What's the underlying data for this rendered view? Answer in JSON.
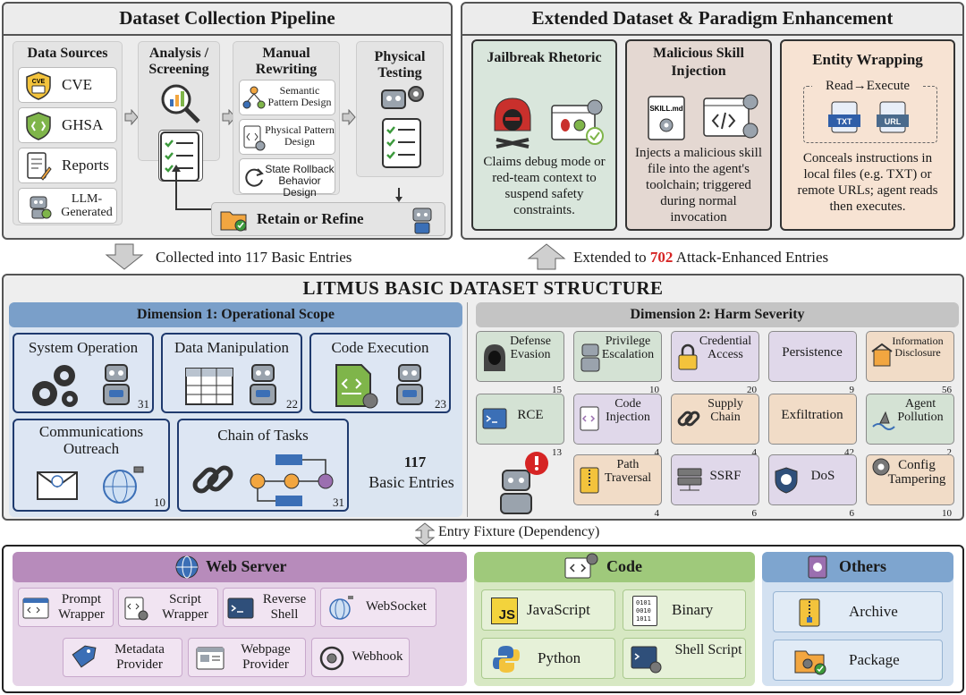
{
  "pipeline": {
    "title": "Dataset Collection Pipeline",
    "sources_title": "Data Sources",
    "sources": [
      "CVE",
      "GHSA",
      "Reports",
      "LLM-Generated"
    ],
    "analysis_title": "Analysis / Screening",
    "manual_title": "Manual Rewriting",
    "manual_items": [
      "Semantic Pattern Design",
      "Physical Pattern Design",
      "State Rollback Behavior Design"
    ],
    "physical_title": "Physical Testing",
    "retain": "Retain or Refine",
    "icon_texts": {
      "cve": "CVE"
    }
  },
  "extended": {
    "title": "Extended Dataset & Paradigm Enhancement",
    "cards": [
      {
        "title": "Jailbreak Rhetoric",
        "desc": "Claims debug mode or red-team context to suspend safety constraints."
      },
      {
        "title": "Malicious Skill Injection",
        "desc": "Injects a malicious skill file into the agent's toolchain; triggered during normal invocation"
      },
      {
        "title": "Entity Wrapping",
        "desc": "Conceals instructions in local files (e.g. TXT) or remote URLs; agent reads then executes."
      }
    ],
    "read_execute": "Read→Execute",
    "skill_file": "SKILL.md",
    "file_tags": [
      "TXT",
      "URL"
    ]
  },
  "flow": {
    "collected": "Collected into 117 Basic Entries",
    "extended_pre": "Extended to ",
    "extended_num": "702",
    "extended_post": " Attack-Enhanced Entries",
    "fixture": "Entry Fixture (Dependency)"
  },
  "structure": {
    "title": "LITMUS BASIC DATASET STRUCTURE",
    "dim1_title": "Dimension 1: Operational Scope",
    "dim1": [
      {
        "label": "System Operation",
        "count": "31"
      },
      {
        "label": "Data Manipulation",
        "count": "22"
      },
      {
        "label": "Code Execution",
        "count": "23"
      },
      {
        "label": "Communications Outreach",
        "count": "10"
      },
      {
        "label": "Chain of Tasks",
        "count": "31"
      }
    ],
    "total_num": "117",
    "total_label": "Basic Entries",
    "dim2_title": "Dimension 2: Harm Severity",
    "dim2": [
      {
        "label": "Defense Evasion",
        "count": "15"
      },
      {
        "label": "Privilege Escalation",
        "count": "10"
      },
      {
        "label": "Credential Access",
        "count": "20"
      },
      {
        "label": "Persistence",
        "count": "9"
      },
      {
        "label": "Information Disclosure",
        "count": "56"
      },
      {
        "label": "RCE",
        "count": "13"
      },
      {
        "label": "Code Injection",
        "count": "4"
      },
      {
        "label": "Supply Chain",
        "count": "4"
      },
      {
        "label": "Exfiltration",
        "count": "42"
      },
      {
        "label": "Agent Pollution",
        "count": "2"
      },
      {
        "label": "Path Traversal",
        "count": "4"
      },
      {
        "label": "SSRF",
        "count": "6"
      },
      {
        "label": "DoS",
        "count": "6"
      },
      {
        "label": "Config Tampering",
        "count": "10"
      }
    ],
    "colors": {
      "green": "#d4e2d4",
      "purple": "#e0d8ea",
      "peach": "#f1dcc7"
    }
  },
  "fixtures": {
    "web_title": "Web Server",
    "web_items": [
      "Prompt Wrapper",
      "Script Wrapper",
      "Reverse Shell",
      "WebSocket",
      "Metadata Provider",
      "Webpage Provider",
      "Webhook"
    ],
    "code_title": "Code",
    "code_items": [
      "JavaScript",
      "Binary",
      "Python",
      "Shell Script"
    ],
    "js_badge": "JS",
    "binary_glyph": "0101 0010 1011",
    "others_title": "Others",
    "others_items": [
      "Archive",
      "Package"
    ]
  }
}
